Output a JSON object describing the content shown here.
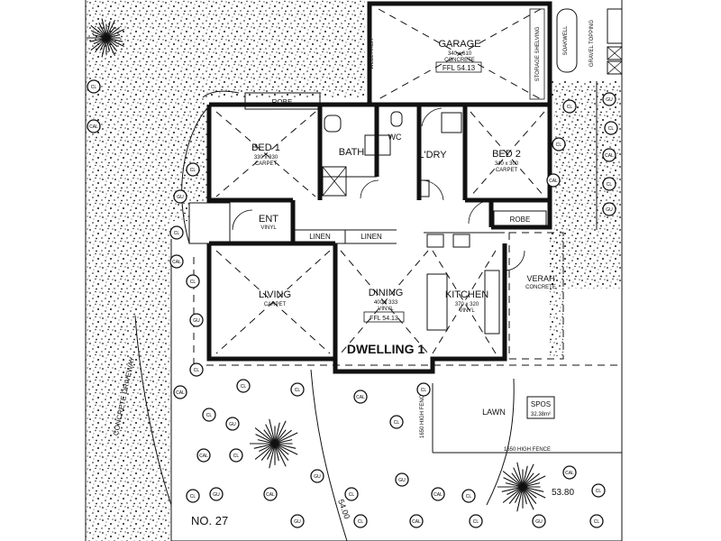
{
  "plan": {
    "garage": {
      "label": "GARAGE",
      "size": "340 x 610",
      "finish": "CONCRETE",
      "level": "FFL 54.13"
    },
    "bed1": {
      "label": "BED 1",
      "size": "330 x 330",
      "finish": "CARPET"
    },
    "bed2": {
      "label": "BED 2",
      "size": "340 x 300",
      "finish": "CARPET"
    },
    "bath": {
      "label": "BATH"
    },
    "ldry": {
      "label": "L'DRY"
    },
    "wc": {
      "label": "WC"
    },
    "robe1": {
      "label": "ROBE"
    },
    "robe2": {
      "label": "ROBE"
    },
    "ent": {
      "label": "ENT",
      "finish": "VINYL"
    },
    "linen1": {
      "label": "LINEN"
    },
    "linen2": {
      "label": "LINEN"
    },
    "living": {
      "label": "LIVING",
      "finish": "CARPET"
    },
    "dining": {
      "label": "DINING",
      "size": "400 x 333",
      "finish": "VINYL",
      "level": "FFL 54.13"
    },
    "kitchen": {
      "label": "KITCHEN",
      "size": "370 x 320",
      "finish": "VINYL"
    },
    "dwelling": {
      "label": "DWELLING 1"
    },
    "verandah": {
      "label": "VERAH",
      "finish": "CONCRETE"
    },
    "lawn": {
      "label": "LAWN"
    },
    "spos": {
      "label": "SPOS",
      "area": "32.38m²"
    },
    "fence1": {
      "label": "1650 HIGH FENCE"
    },
    "fence2": {
      "label": "1650 HIGH FENCE"
    },
    "driveway": {
      "label": "CONCRETE DRIVEWAY"
    },
    "lot": {
      "label": "NO. 27"
    },
    "level_a": {
      "label": "54.00"
    },
    "level_b": {
      "label": "53.80"
    },
    "hwu": {
      "label": "GRAVEL TOPPING"
    },
    "store": {
      "label": "STORAGE SHELVING"
    },
    "wet": {
      "label": "WELL AREA"
    }
  },
  "plant_codes": [
    "CL",
    "CAL",
    "CL",
    "GU"
  ]
}
